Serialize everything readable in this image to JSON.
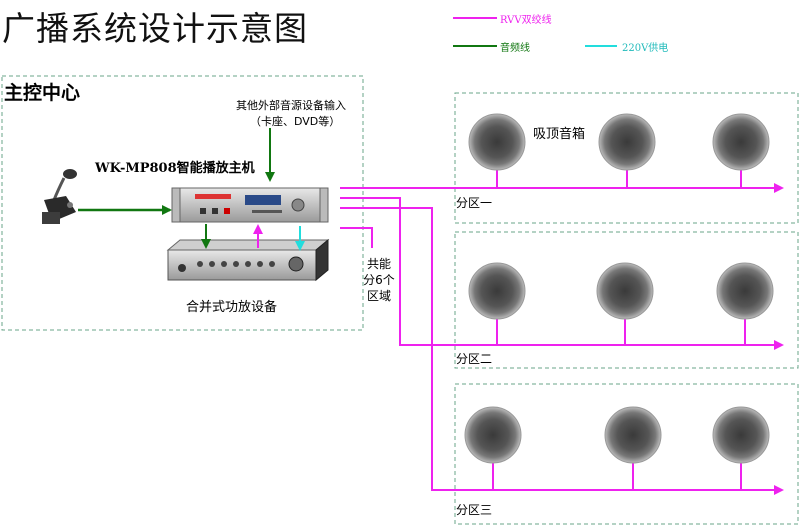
{
  "title": "广播系统设计示意图",
  "legend": {
    "rvv_line": {
      "label": "RVV双绞线",
      "color": "#ee22ee"
    },
    "audio_line": {
      "label": "音频线",
      "color": "#117711"
    },
    "power_line": {
      "label": "220V供电",
      "color": "#22dddd"
    }
  },
  "control_center": {
    "label": "主控中心",
    "external_input_line1": "其他外部音源设备输入",
    "external_input_line2": "（卡座、DVD等）",
    "host_label": "WK-MP808智能播放主机",
    "amplifier_label": "合并式功放设备"
  },
  "zones": {
    "speaker_type": "吸顶音箱",
    "zone1": "分区一",
    "zone2": "分区二",
    "zone3": "分区三",
    "note": "共能分6个区域"
  },
  "colors": {
    "box_border": "#6aa68a",
    "rvv": "#ee22ee",
    "audio": "#117711",
    "power": "#22dddd"
  }
}
